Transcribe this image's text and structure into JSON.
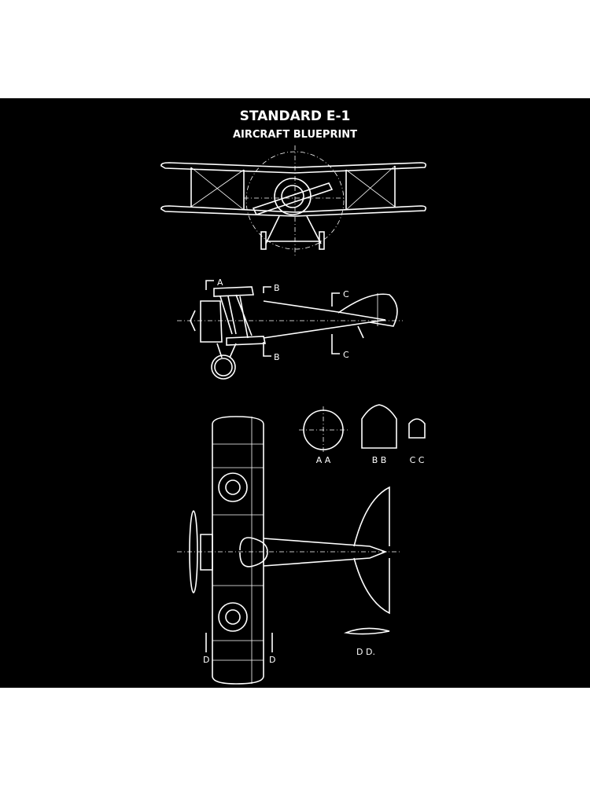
{
  "title": "STANDARD E-1",
  "subtitle": "AIRCRAFT BLUEPRINT",
  "colors": {
    "background": "#000000",
    "lines": "#ffffff",
    "margin": "#ffffff"
  },
  "side_view_labels": {
    "a": "A",
    "b_top": "B",
    "b_bottom": "B",
    "c_top": "C",
    "c_bottom": "C"
  },
  "sections": {
    "aa": "A A",
    "bb": "B B",
    "cc": "C C",
    "dd": "D D."
  },
  "top_view_labels": {
    "d_left": "D",
    "d_right": "D"
  }
}
